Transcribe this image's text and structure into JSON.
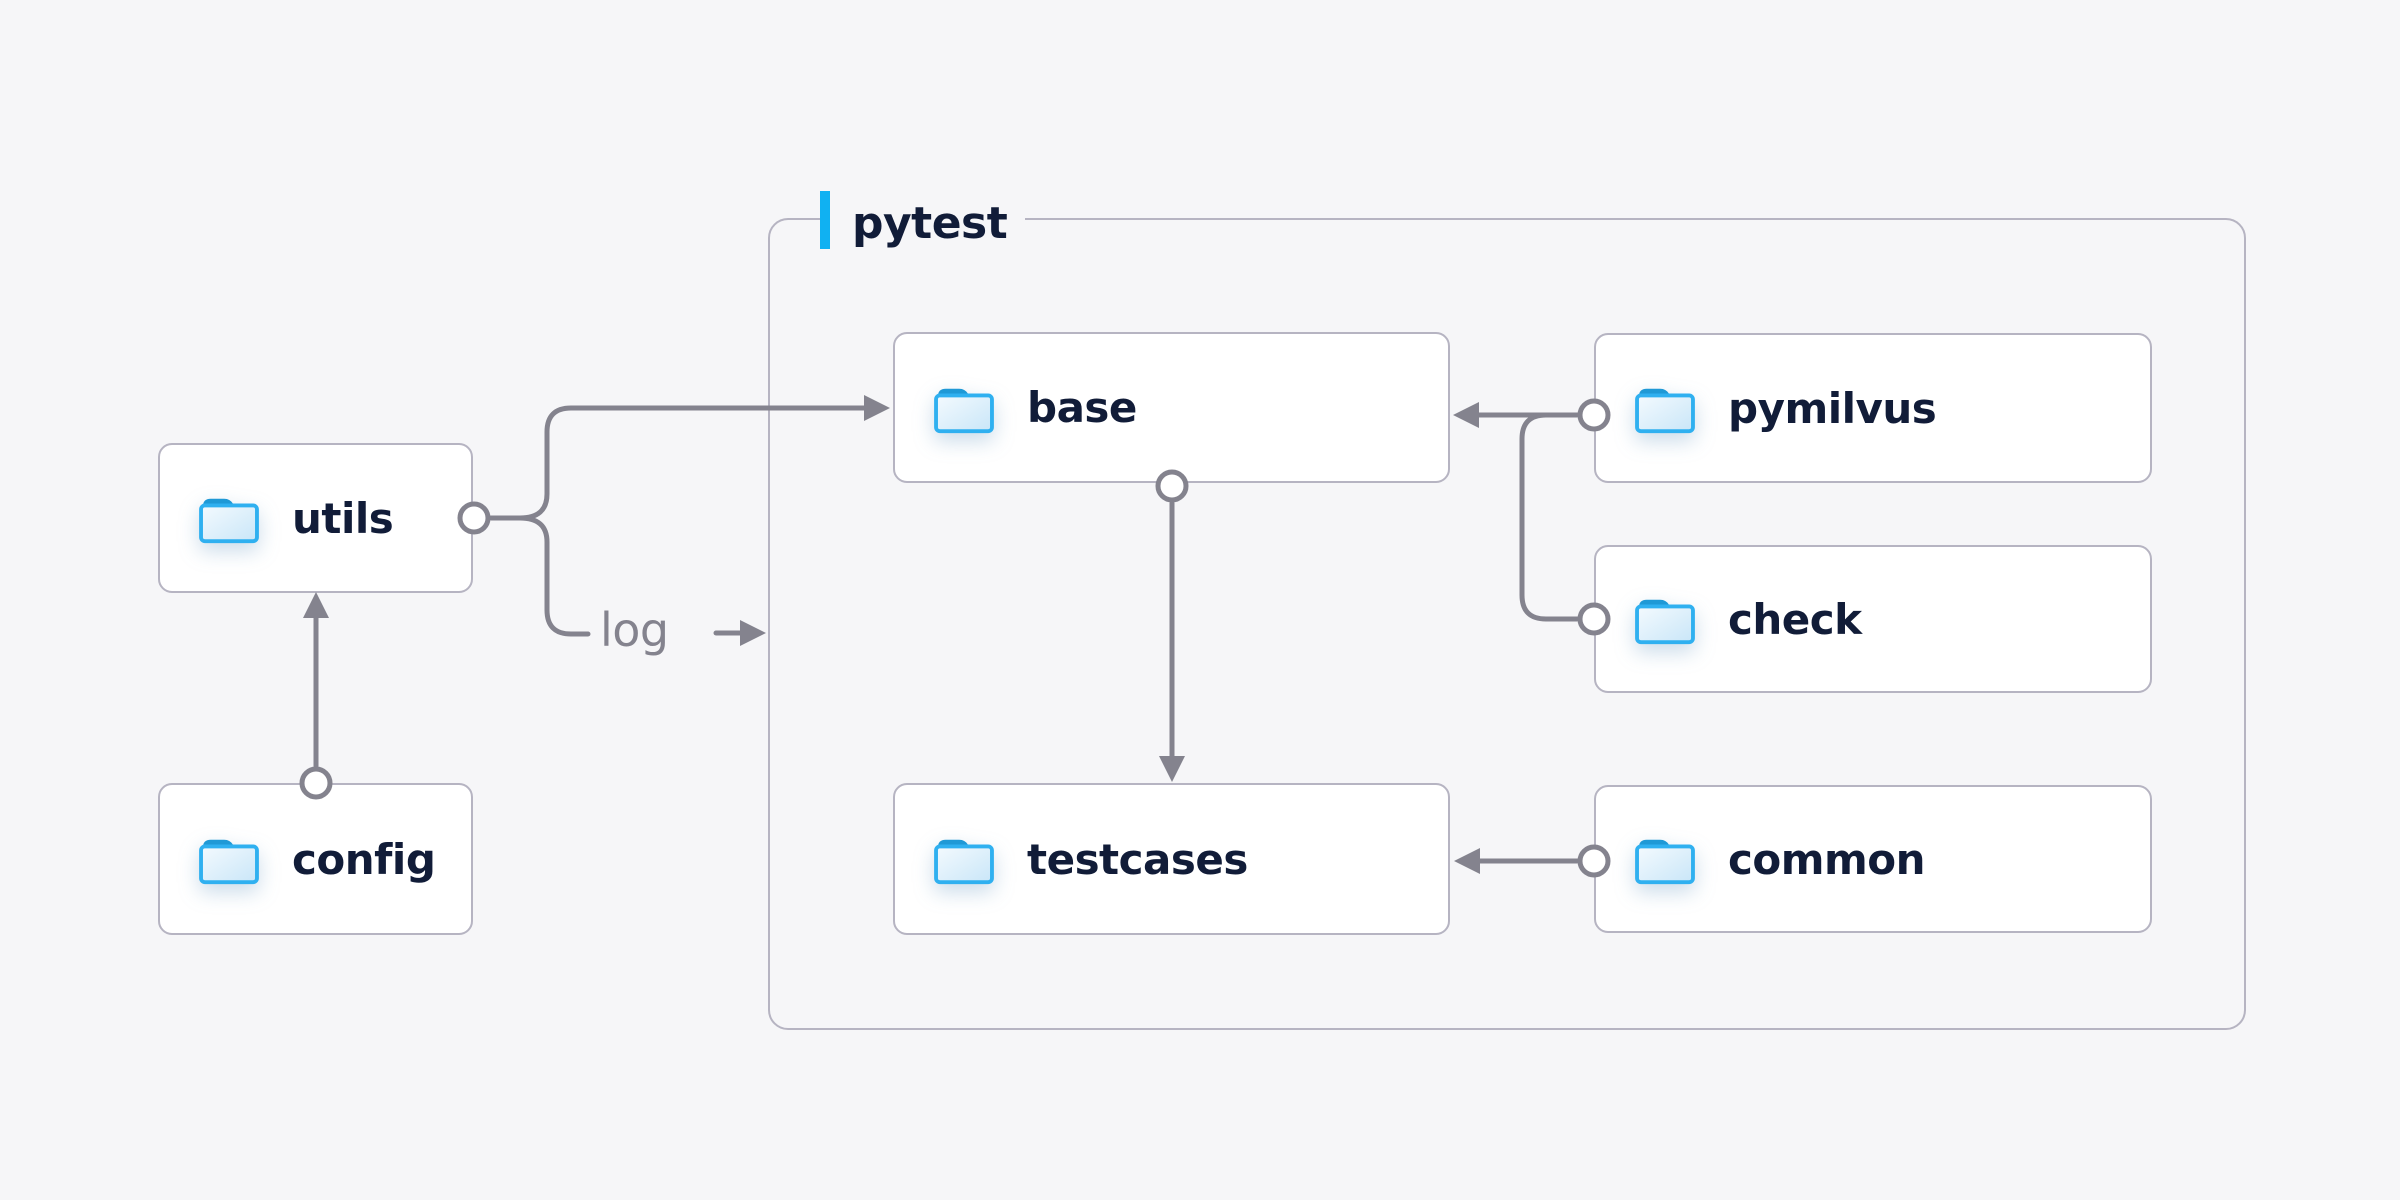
{
  "diagram": {
    "group": {
      "label": "pytest"
    },
    "nodes": [
      {
        "id": "utils",
        "label": "utils"
      },
      {
        "id": "config",
        "label": "config"
      },
      {
        "id": "base",
        "label": "base"
      },
      {
        "id": "testcases",
        "label": "testcases"
      },
      {
        "id": "pymilvus",
        "label": "pymilvus"
      },
      {
        "id": "check",
        "label": "check"
      },
      {
        "id": "common",
        "label": "common"
      }
    ],
    "edges": [
      {
        "from": "config",
        "to": "utils",
        "label": ""
      },
      {
        "from": "utils",
        "to": "base",
        "label": ""
      },
      {
        "from": "utils",
        "to": "pytest",
        "label": "log"
      },
      {
        "from": "pymilvus",
        "to": "base",
        "label": ""
      },
      {
        "from": "check",
        "to": "base",
        "label": ""
      },
      {
        "from": "base",
        "to": "testcases",
        "label": ""
      },
      {
        "from": "common",
        "to": "testcases",
        "label": ""
      }
    ],
    "edge_label": "log",
    "colors": {
      "background": "#f6f6f8",
      "node_background": "#ffffff",
      "border_gray": "#b6b4c2",
      "line_gray": "#84838e",
      "text_navy": "#111c38",
      "accent_blue": "#10b1f2",
      "folder_blue": "#2fb0f0",
      "folder_tab_blue": "#1f99d6"
    }
  }
}
